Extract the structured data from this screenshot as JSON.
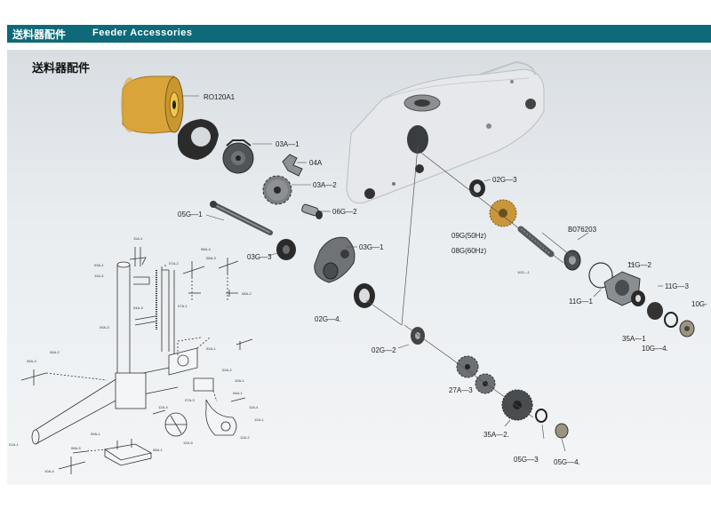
{
  "header": {
    "title_zh": "送料器配件",
    "title_en": "Feeder Accessories"
  },
  "section_title": "送料器配件",
  "colors": {
    "header_bg": "#0e6a78",
    "roller": "#d7a43a",
    "gear_gold": "#c9963a",
    "part_dark": "#2d2d2d",
    "housing": "#e4e6e9"
  },
  "labels": {
    "RO120A1": "RO120A1",
    "03A1": "03A—1",
    "04A": "04A",
    "03A2": "03A—2",
    "06G2": "06G—2",
    "05G1": "05G—1",
    "03G3": "03G—3",
    "03G1": "03G—1",
    "02G4": "02G—4.",
    "02G3": "02G—3",
    "09G": "09G(50Hz)",
    "08G": "08G(60Hz)",
    "B076203": "B076203",
    "10G1": "10G—1",
    "11G2": "11G—2",
    "11G1": "11G—1",
    "11G3": "11G—3",
    "10G": "10G-",
    "35A1": "35A—1",
    "10G4": "10G—4.",
    "02G2": "02G—2",
    "27A3": "27A—3",
    "35A2": "35A—2.",
    "05G3": "05G—3",
    "05G4": "05G—4."
  },
  "stand_labels": [
    "03A-1",
    "11A-3",
    "11A-1",
    "07A-2",
    "07A-1",
    "08A-4",
    "08A-3",
    "08A-2",
    "04A-3",
    "09A-3",
    "05A-3",
    "06A-2",
    "02A-1",
    "02A-2",
    "10A-1",
    "04A-1",
    "11A-4",
    "12A-1",
    "12A-2",
    "12A-4",
    "12A-5",
    "07A-3",
    "09A-1",
    "08A-1",
    "08A-5",
    "01A-1",
    "10A-4"
  ],
  "icons": [
    "roller-icon",
    "gear-icon",
    "bearing-icon",
    "sprocket-icon",
    "nut-icon",
    "housing-icon"
  ]
}
